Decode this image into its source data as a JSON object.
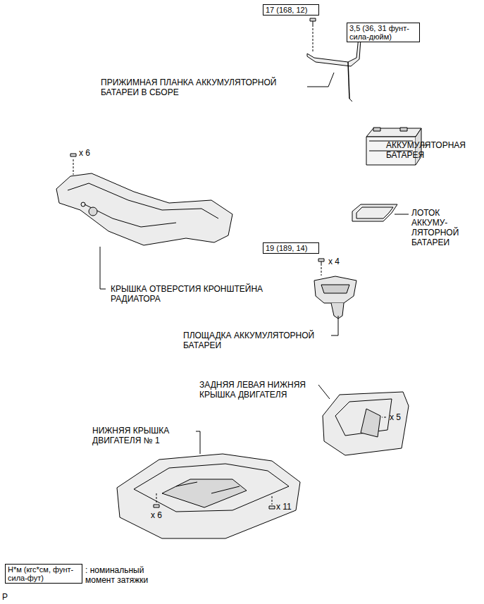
{
  "diagram": {
    "nodes": [
      {
        "text": [
          "17 (168, 12)"
        ]
      },
      {
        "text": [
          "3,5 (36, 31 фунт- сила-дюйм)"
        ]
      },
      {
        "text": [
          "19 (189, 14)"
        ]
      },
      {
        "text": [
          "Н*м (кгс*см, фунт- сила-фут)"
        ]
      }
    ],
    "labels": [
      "ПРИЖИМНАЯ ПЛАНКА АККУМУЛЯТОРНОЙ БАТАРЕИ В СБОРЕ",
      "АККУМУЛЯТОРНАЯ БАТАРЕЯ",
      "ЛОТОК АККУМУ- ЛЯТОРНОЙ БАТАРЕИ",
      "x 6",
      "КРЫШКА ОТВЕРСТИЯ КРОНШТЕЙНА РАДИАТОРА",
      "x 4",
      "ПЛОЩАДКА АККУМУЛЯТОРНОЙ БАТАРЕИ",
      "ЗАДНЯЯ ЛЕВАЯ НИЖНЯЯ КРЫШКА ДВИГАТЕЛЯ",
      "x 5",
      "НИЖНЯЯ КРЫШКА ДВИГАТЕЛЯ № 1",
      "x 6",
      "x 11",
      "P"
    ],
    "legend": [
      {
        "text": ": номинальный момент затяжки"
      }
    ]
  }
}
